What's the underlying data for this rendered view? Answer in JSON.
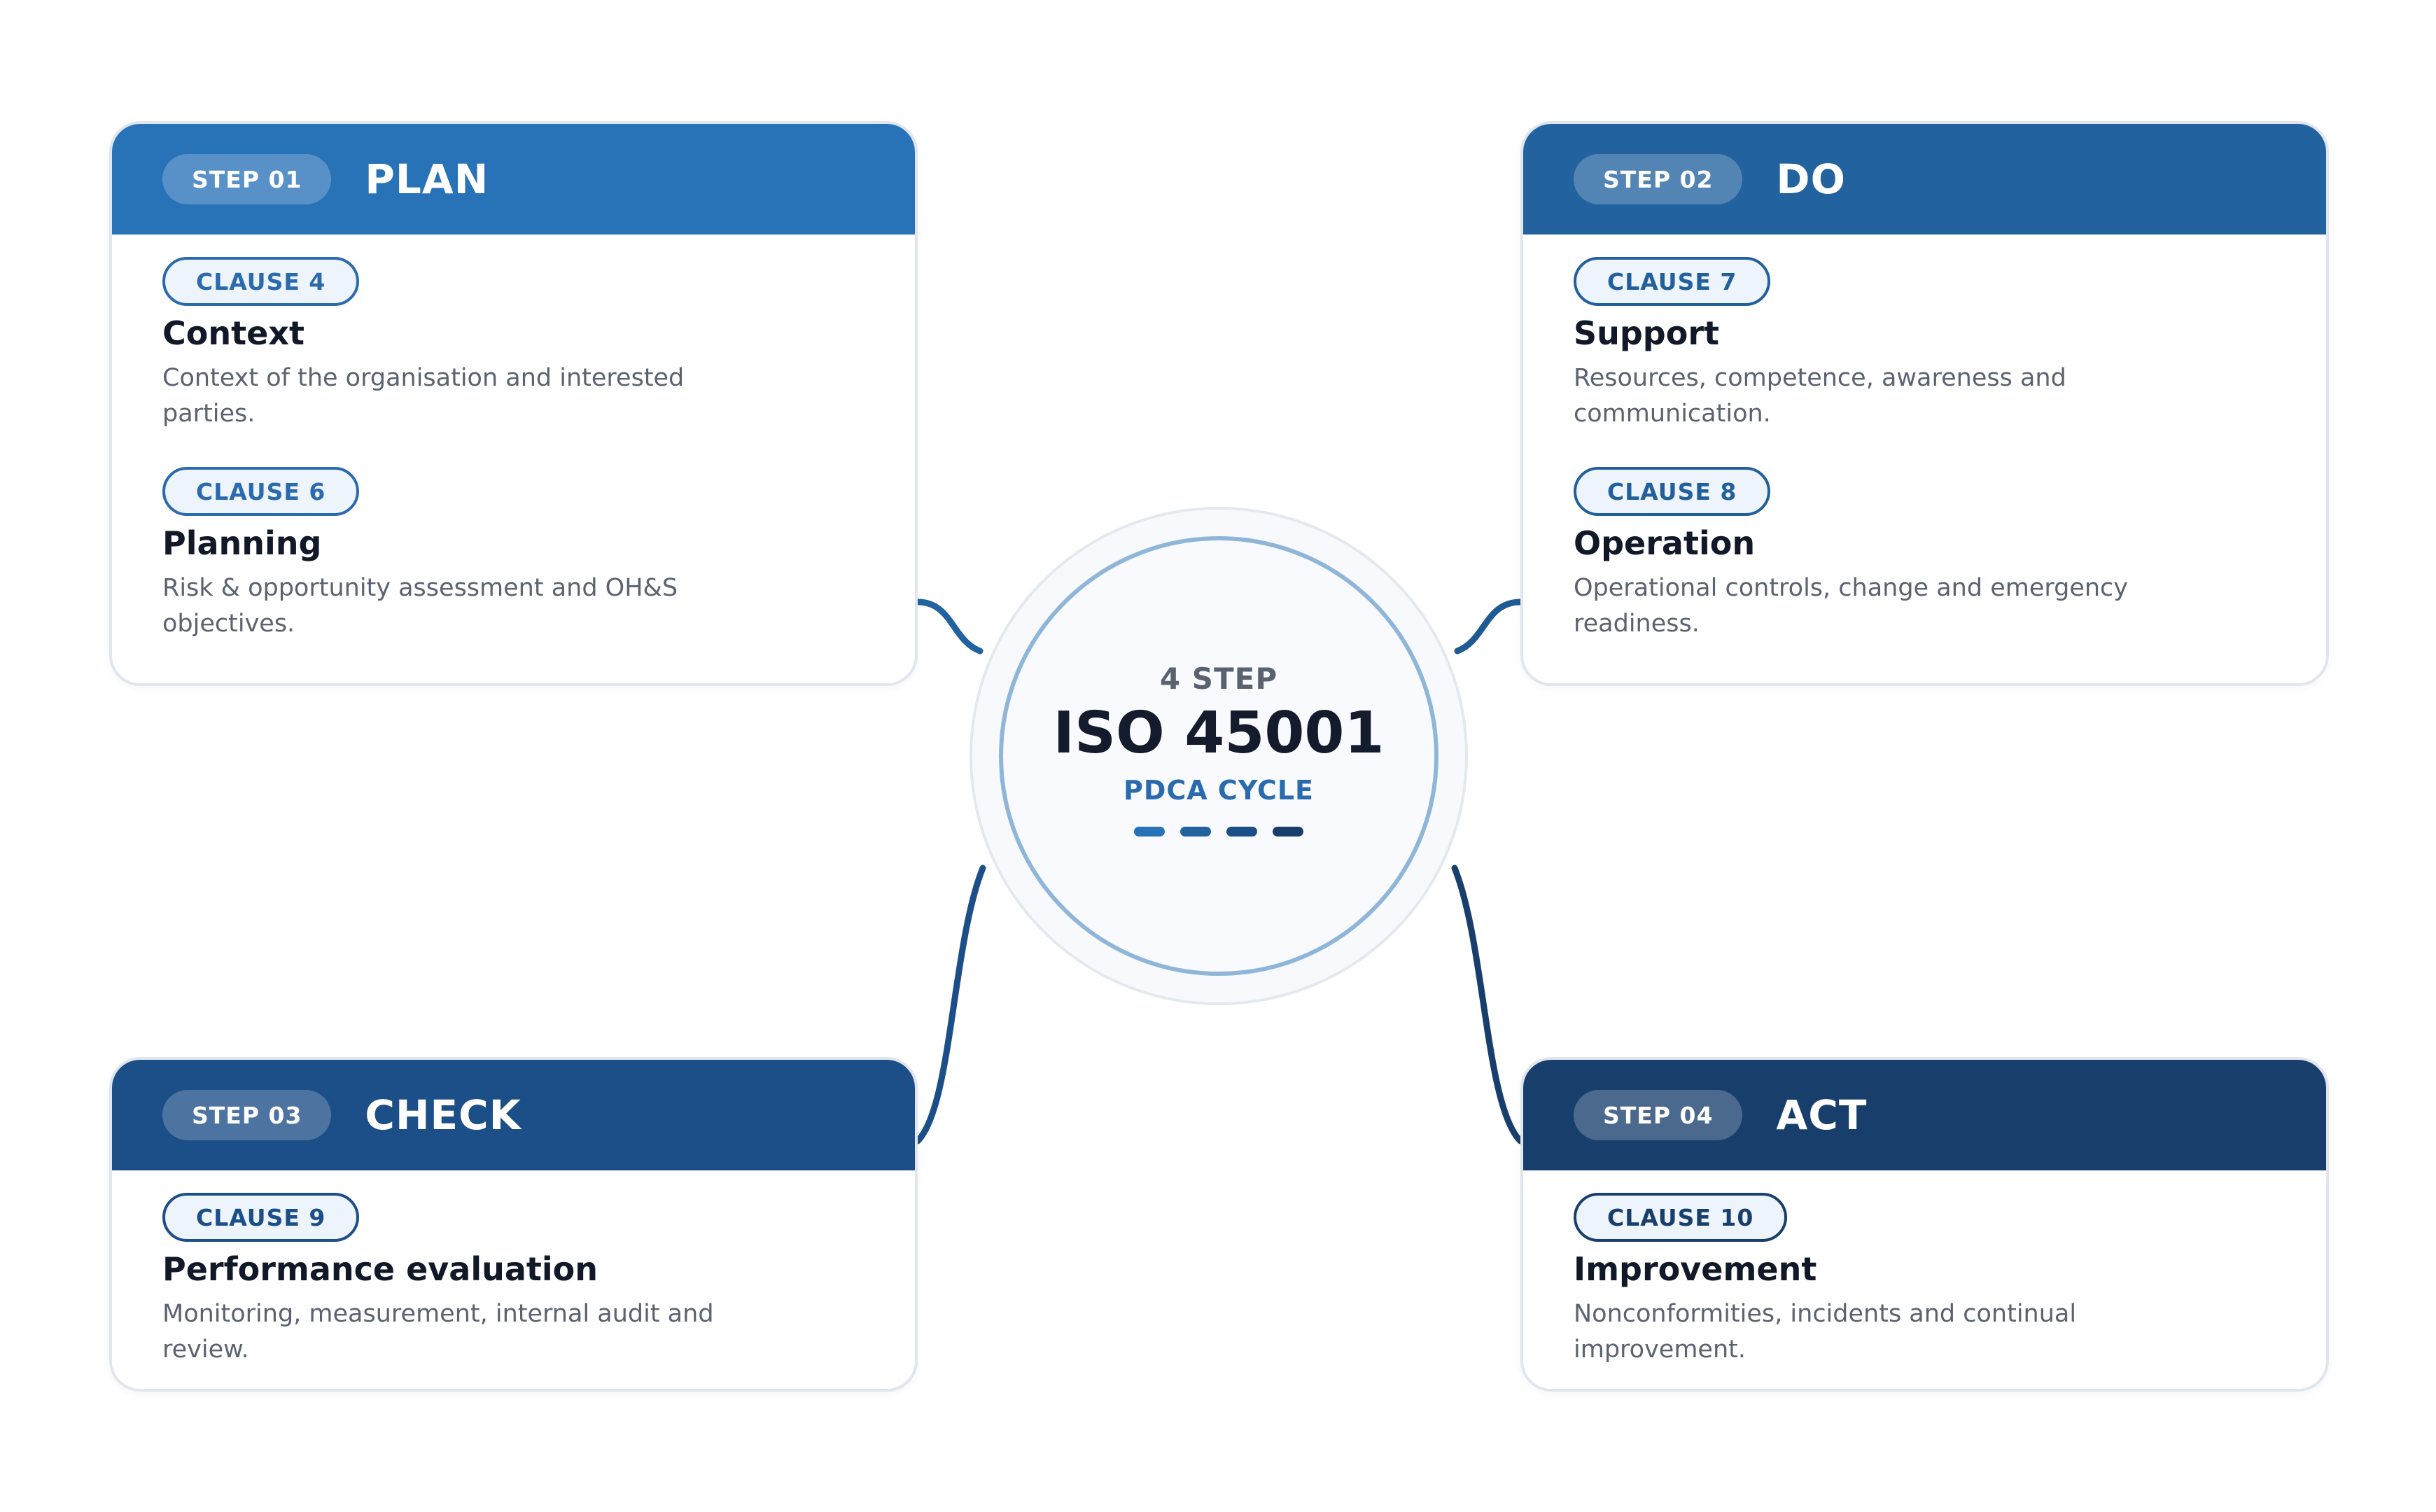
{
  "center": {
    "kicker": "4 STEP",
    "title": "ISO 45001",
    "subtitle": "PDCA CYCLE"
  },
  "colors": {
    "plan": "#2872b8",
    "do": "#22629f",
    "check": "#1c4e87",
    "act": "#183f6c",
    "connector": "#1f4f85",
    "ring": "#8fb6d8",
    "text_dark": "#111827",
    "text_muted": "#5b6270"
  },
  "steps": [
    {
      "step_label": "STEP 01",
      "name": "PLAN",
      "clauses": [
        {
          "label": "CLAUSE 4",
          "title": "Context",
          "desc": "Context of the organisation and interested parties."
        },
        {
          "label": "CLAUSE 6",
          "title": "Planning",
          "desc": "Risk & opportunity assessment and OH&S objectives."
        }
      ]
    },
    {
      "step_label": "STEP 02",
      "name": "DO",
      "clauses": [
        {
          "label": "CLAUSE 7",
          "title": "Support",
          "desc": "Resources, competence, awareness and communication."
        },
        {
          "label": "CLAUSE 8",
          "title": "Operation",
          "desc": "Operational controls, change and emergency readiness."
        }
      ]
    },
    {
      "step_label": "STEP 03",
      "name": "CHECK",
      "clauses": [
        {
          "label": "CLAUSE 9",
          "title": "Performance evaluation",
          "desc": "Monitoring, measurement, internal audit and review."
        }
      ]
    },
    {
      "step_label": "STEP 04",
      "name": "ACT",
      "clauses": [
        {
          "label": "CLAUSE 10",
          "title": "Improvement",
          "desc": "Nonconformities, incidents and continual improvement."
        }
      ]
    }
  ]
}
